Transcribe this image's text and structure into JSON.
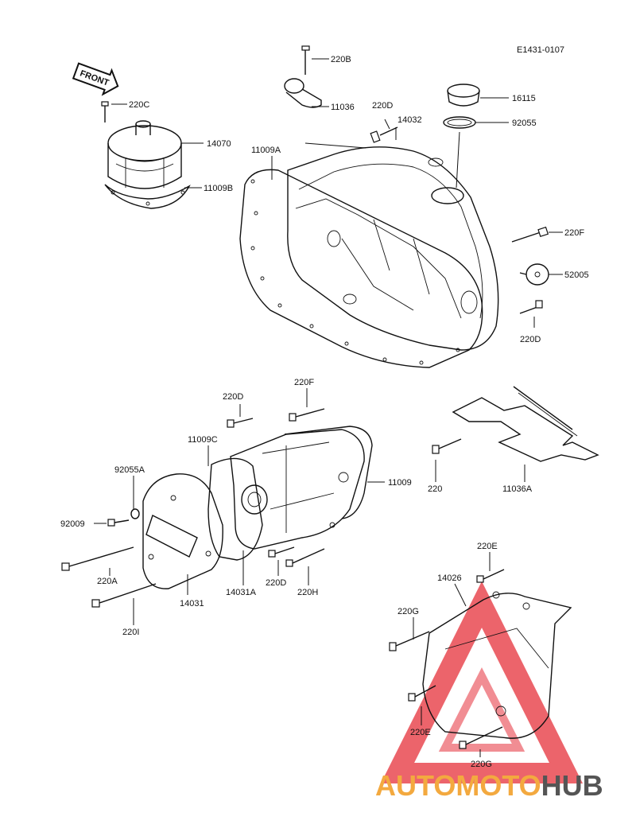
{
  "diagram_code": "E1431-0107",
  "front_label": "FRONT",
  "watermark": {
    "part1": "AUTOMOTO",
    "part2": "HUB",
    "color1": "#f3a93f",
    "color2": "#555555",
    "triangle_color": "#e5303a"
  },
  "labels": {
    "l220B": "220B",
    "l220C": "220C",
    "l11036": "11036",
    "l220D_top": "220D",
    "l14032": "14032",
    "l16115": "16115",
    "l92055": "92055",
    "l14070": "14070",
    "l11009A": "11009A",
    "l11009B": "11009B",
    "l220F_right": "220F",
    "l52005": "52005",
    "l220D_right": "220D",
    "l220D_mid": "220D",
    "l220F_mid": "220F",
    "l11009C": "11009C",
    "l11009": "11009",
    "l92055A": "92055A",
    "l92009": "92009",
    "l220A": "220A",
    "l14031": "14031",
    "l14031A": "14031A",
    "l220D_low": "220D",
    "l220H": "220H",
    "l220I": "220I",
    "l220": "220",
    "l11036A": "11036A",
    "l220E_top": "220E",
    "l14026": "14026",
    "l220G_left": "220G",
    "l220E_low": "220E",
    "l220G_low": "220G"
  }
}
